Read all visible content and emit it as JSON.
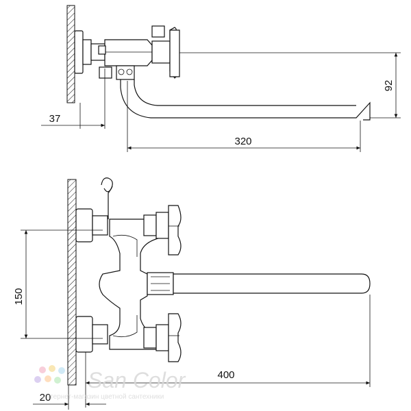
{
  "dimensions": {
    "top_width": "37",
    "top_spout_length": "320",
    "top_spout_height": "92",
    "bottom_spacing": "150",
    "bottom_spout_length": "400",
    "bottom_wall_offset": "20"
  },
  "watermark": {
    "brand": "San Color",
    "tagline": "интернет-магазин цветной сантехники",
    "dot_colors": [
      "#f7c6d4",
      "#f9e3a8",
      "#c9e7f5",
      "#d7c8ef",
      "#ffd9b3",
      "#c8efc9"
    ]
  }
}
